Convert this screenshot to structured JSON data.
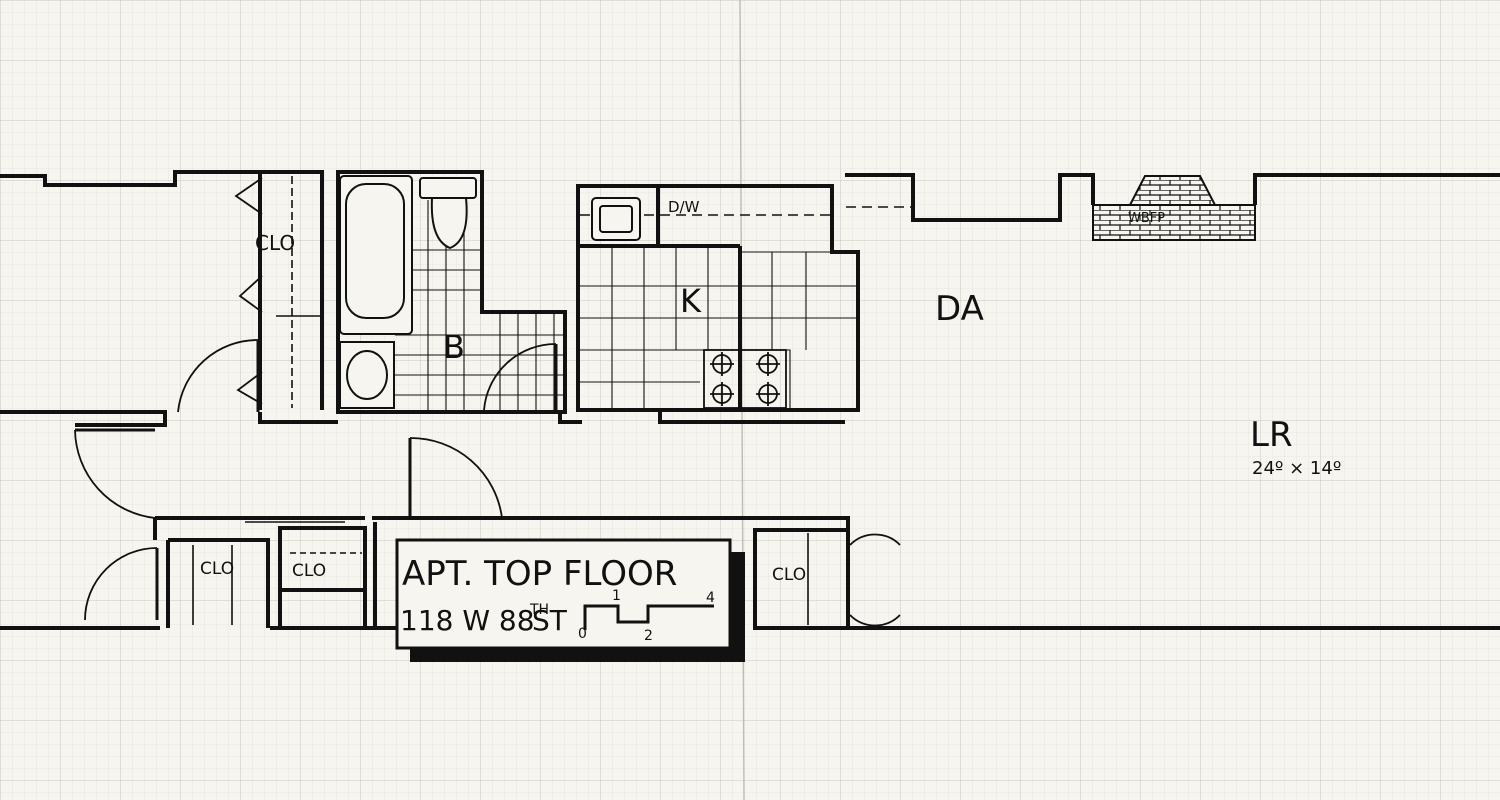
{
  "colors": {
    "paper": "#f6f5ef",
    "grid_minor": "#d9d9cf",
    "grid_major": "#c2c2b6",
    "ink": "#111111"
  },
  "rooms": {
    "closet_1": "CLO",
    "bath": "B",
    "dishwasher": "D/W",
    "kitchen": "K",
    "dining_area": "DA",
    "wood_burning_fireplace": "WBFP",
    "living_room": "LR",
    "living_room_dims": "24º × 14º",
    "closet_2": "CLO",
    "closet_3": "CLO",
    "closet_4": "CLO"
  },
  "title_block": {
    "line1": "APT. TOP FLOOR",
    "address_number": "118 W 88",
    "address_suffix": "TH",
    "address_street": "ST",
    "scale_labels": [
      "0",
      "1",
      "2",
      "4"
    ]
  },
  "icons": {
    "toilet": "toilet-icon",
    "bathtub": "bathtub-icon",
    "sink": "sink-icon",
    "stove": "stove-icon",
    "fireplace": "fireplace-icon",
    "scale_bar": "scale-bar-icon"
  }
}
